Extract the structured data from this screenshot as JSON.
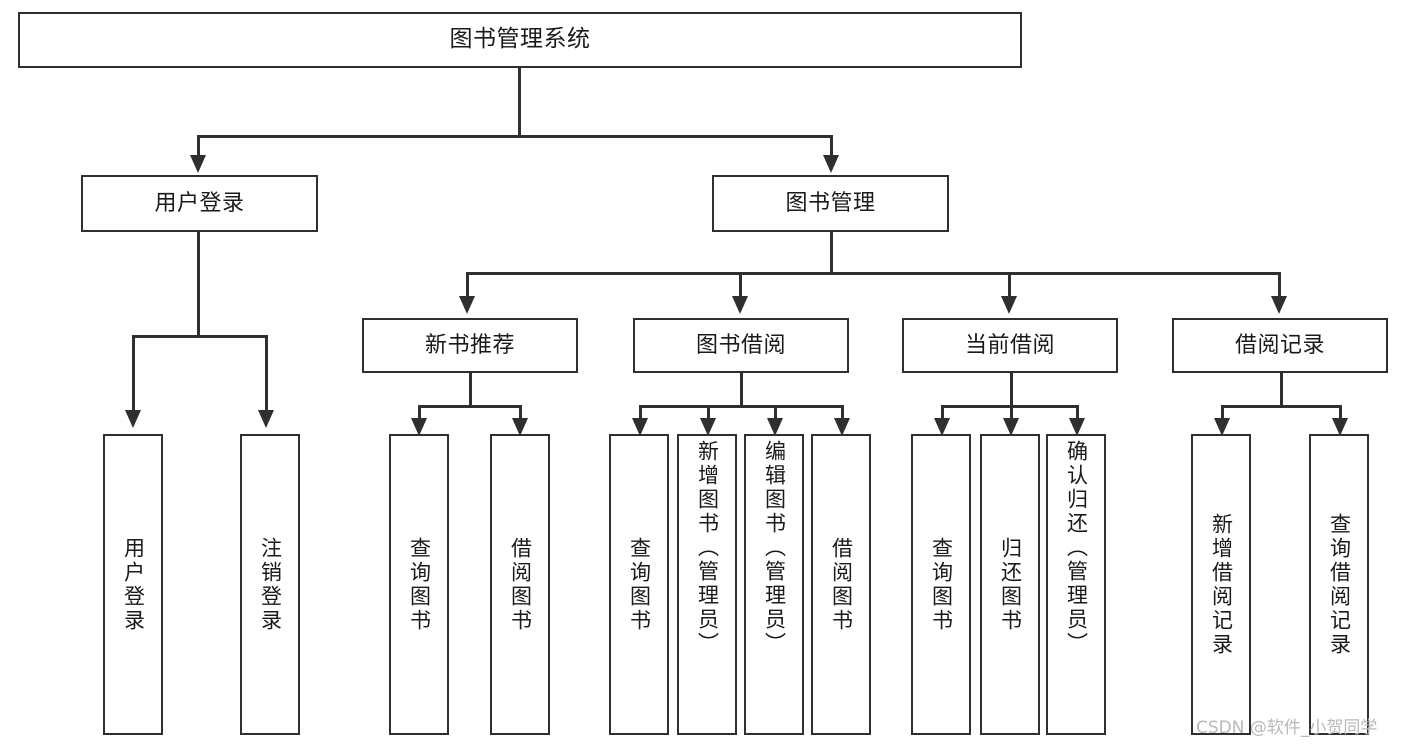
{
  "diagram": {
    "title": "图书管理系统",
    "type": "tree-hierarchy",
    "root": {
      "id": "root",
      "label": "图书管理系统"
    },
    "level1": [
      {
        "id": "user-login",
        "label": "用户登录"
      },
      {
        "id": "book-manage",
        "label": "图书管理"
      }
    ],
    "level2": [
      {
        "id": "new-book-rec",
        "label": "新书推荐",
        "parent": "book-manage"
      },
      {
        "id": "book-borrow",
        "label": "图书借阅",
        "parent": "book-manage"
      },
      {
        "id": "current-borrow",
        "label": "当前借阅",
        "parent": "book-manage"
      },
      {
        "id": "borrow-record",
        "label": "借阅记录",
        "parent": "book-manage"
      }
    ],
    "leaves": [
      {
        "id": "leaf-user-login",
        "label": "用户登录",
        "parent": "user-login"
      },
      {
        "id": "leaf-user-logout",
        "label": "注销登录",
        "parent": "user-login"
      },
      {
        "id": "leaf-rec-query-book",
        "label": "查询图书",
        "parent": "new-book-rec"
      },
      {
        "id": "leaf-rec-borrow-book",
        "label": "借阅图书",
        "parent": "new-book-rec"
      },
      {
        "id": "leaf-bb-query-book",
        "label": "查询图书",
        "parent": "book-borrow"
      },
      {
        "id": "leaf-bb-add-book",
        "label": "新增图书（管理员）",
        "parent": "book-borrow"
      },
      {
        "id": "leaf-bb-edit-book",
        "label": "编辑图书（管理员）",
        "parent": "book-borrow"
      },
      {
        "id": "leaf-bb-borrow-book",
        "label": "借阅图书",
        "parent": "book-borrow"
      },
      {
        "id": "leaf-cb-query-book",
        "label": "查询图书",
        "parent": "current-borrow"
      },
      {
        "id": "leaf-cb-return-book",
        "label": "归还图书",
        "parent": "current-borrow"
      },
      {
        "id": "leaf-cb-confirm-return",
        "label": "确认归还（管理员）",
        "parent": "current-borrow"
      },
      {
        "id": "leaf-br-add-record",
        "label": "新增借阅记录",
        "parent": "borrow-record"
      },
      {
        "id": "leaf-br-query-record",
        "label": "查询借阅记录",
        "parent": "borrow-record"
      }
    ],
    "colors": {
      "stroke": "#2f2f2f",
      "fill": "#ffffff",
      "text": "#1a1a1a",
      "watermark": "#b9b9b9"
    }
  },
  "watermark": {
    "text": "CSDN @软件_小贺同学"
  }
}
